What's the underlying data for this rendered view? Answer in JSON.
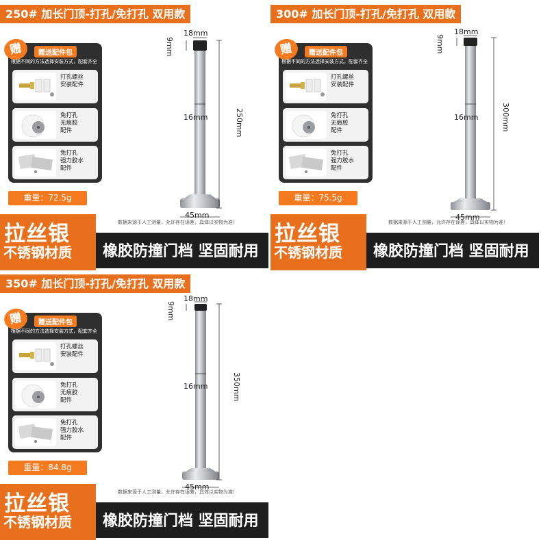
{
  "panels": [
    {
      "title": "250# 加长门顶-打孔/免打孔 双用款",
      "weight": "重量：72.5g",
      "length_label": "250mm",
      "length": 250
    },
    {
      "title": "300# 加长门顶-打孔/免打孔 双用款",
      "weight": "重量：75.5g",
      "length_label": "300mm",
      "length": 300
    },
    {
      "title": "350# 加长门顶-打孔/免打孔 双用款",
      "weight": "重量：84.8g",
      "length_label": "350mm",
      "length": 350
    }
  ],
  "gift": {
    "badge": "赠",
    "heading": "赠送配件包",
    "note": "根据不同的方法选择安装方式，配套齐全",
    "items": [
      {
        "label": "打孔螺丝\n安装配件"
      },
      {
        "label": "免打孔\n无痕胶\n配件"
      },
      {
        "label": "免打孔\n强力胶水\n配件"
      }
    ]
  },
  "dims": {
    "top_diameter": "18mm",
    "cap_height": "9mm",
    "rod_diameter": "16mm",
    "base_diameter": "45mm"
  },
  "disclaimer": "数据来源于人工测量，允许存在误差，具体以实物为准！",
  "material_big": "拉丝银",
  "material_small": "不锈钢材质",
  "slogan": "橡胶防撞门档 坚固耐用",
  "colors": {
    "accent": "#e8701c",
    "dark": "#1e1e1e",
    "steel": "#b8bcc0"
  }
}
